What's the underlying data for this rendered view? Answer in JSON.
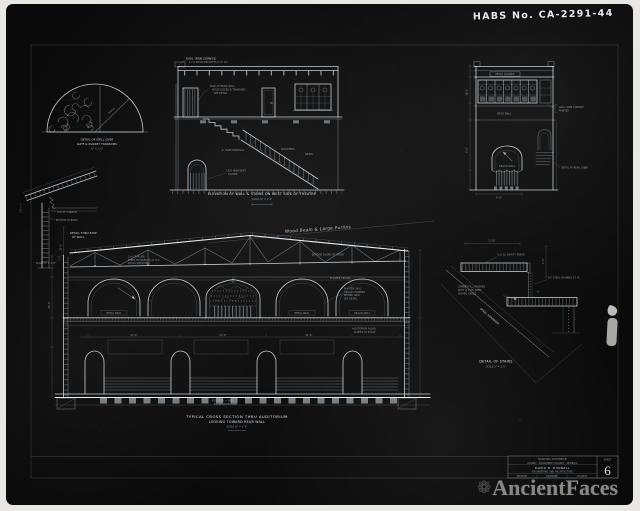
{
  "photo": {
    "habs_number": "HABS No. CA-2291-44",
    "watermark_text": "AncientFaces",
    "colors": {
      "photo_black": "#0c0c0c",
      "line_white": "#e8f0f6",
      "margin_white": "#e8e7e3",
      "watermark_gray": "#90938f"
    }
  },
  "title_block": {
    "project_line1": "MUNICIPAL AUDITORIUM",
    "project_line2": "ALBANY · DOUGHERTY COUNTY · GEORGIA",
    "firm": "DAVID B. DUNNELL",
    "firm_sub": "ENGINEERING AND ARCHITECTURE",
    "cities": [
      "BOSTON",
      "ROANOKE",
      "ATLANTA"
    ],
    "sheet_label": "SHEET",
    "sheet_number": "6"
  },
  "grill_detail": {
    "caption1": "DETAIL OF GRILL OVER",
    "caption2": "GATE & MARKET TRANSOMS",
    "scale": "½\" = 1'-0\"",
    "radius_label": "Radius"
  },
  "wall_elevation": {
    "note_cornice1": "GALV. IRON CORNICE",
    "note_cornice2": "4 x 6 WOOD BRACKETS 3'-0\" O.C.",
    "note_wall1": "FACE OF BRICK WALL",
    "note_wall2": "WOOD DOORS & TRANSOMS",
    "note_wall3": "SEE DETAIL",
    "note_rail": "2\" IRON HANDRAIL",
    "note_balusters": "BALUSTERS",
    "note_newel": "NEWEL",
    "note_vent1": "CAST IRON VENT",
    "note_vent2": "LOUVRE",
    "caption": "ELEVATION OF WALL & STAIRS ON WEST SIDE OF THEATRE",
    "scale": "SCALE ⅛\" = 1'-0\""
  },
  "front_elevation": {
    "frieze_label": "METAL CORNICE",
    "wall_label": "BRICK WALL",
    "note_right1": "GALV. IRON CORNICE",
    "note_right2": "PAINTED",
    "note_lobby": "DETAIL AT REAR LOBBY",
    "fan_label": "ORGAN GRILL",
    "dim_left_upper": "16'-0\"",
    "dim_left_lower": "9'-6\"",
    "dim_bottom": "9'-0\""
  },
  "eave_detail": {
    "note_top": "TOP OF CORNICE",
    "note_beam": "BOTTOM OF BEAM",
    "title1": "DETAIL THRU EAVE",
    "title2": "OF WALL",
    "dim": "15'-2\"",
    "scale_note": "SCALE 3\" = 1'-0\"",
    "edge_note": "2291-44"
  },
  "cross_section": {
    "note_handwritten": "Wood Beam & Large Purlins",
    "truss_note1": "2 x 6 PURLINS",
    "truss_note2": "STEEL TRUSSES 16'-0\" O.C.",
    "truss_note3": "WOOD SHEATHING",
    "note_chord": "BOTTOM CHORD OF TRUSS",
    "note_ceiling": "PLASTER CEILING",
    "organ_note1": "PLASTER WALL",
    "organ_note2": "ORGAN CHAMBER",
    "organ_note3": "BEHIND GRILL",
    "organ_note4": "SEE DETAIL",
    "grill_left": "METAL GRILL",
    "grill_mid": "METAL GRILL",
    "grill_right": "ORGAN GRILL",
    "floor_note1": "AUDITORIUM FLOOR",
    "floor_note2": "SLOPES TO STAGE",
    "footing_note1": "FOOTINGS — SEE",
    "footing_note2": "FOUNDATION PLAN",
    "dim_left": "29'-6\"",
    "dim_span": "21'-6\"",
    "caption1": "TYPICAL CROSS SECTION THRU AUDITORIUM",
    "caption2": "LOOKING TOWARD REAR WALL",
    "scale": "SCALE ⅛\" = 1'-0\""
  },
  "stair_detail": {
    "dim_top": "2'-10\"",
    "note_tread": "¾ x 1¼ SAFETY TREAD",
    "note_channel": "10\" STEEL CHANNEL ST. PL.",
    "note_cement1": "CEMENT FILL FINISHED",
    "note_cement2": "WITH ¼ x 2½ STEEL",
    "note_cement3": "NOSING ANGLE",
    "note_stringer": "STEEL STRINGER",
    "dim_right": "1'-2\"",
    "dim_small": "7\"",
    "caption": "DETAIL OF STAIRS",
    "scale": "SCALE 3\" = 1'-0\""
  }
}
